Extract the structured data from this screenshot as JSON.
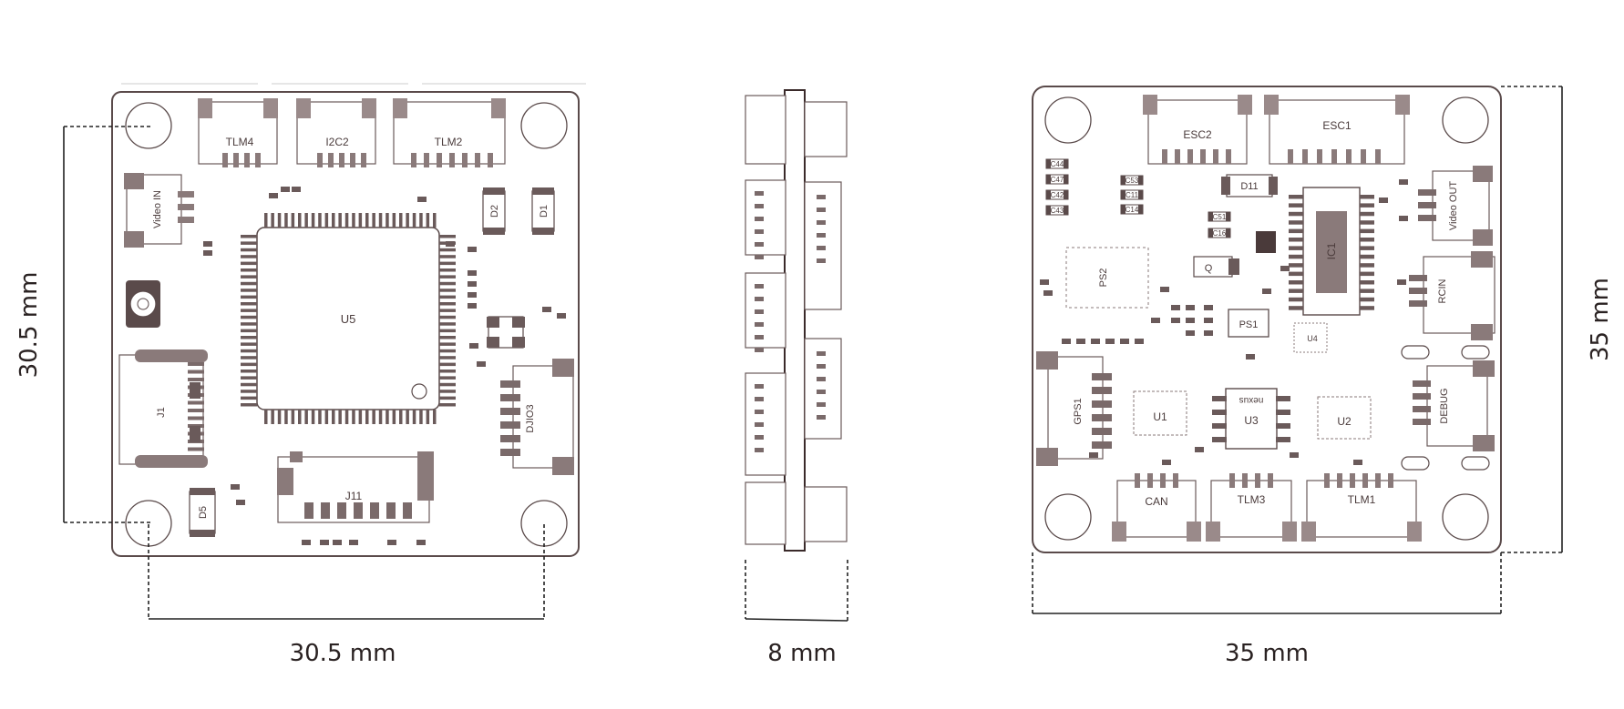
{
  "colors": {
    "ink": "#5a4a4a",
    "pad": "#8a7a7a",
    "line": "#222222"
  },
  "dimensions": {
    "top_left_mount": "30.5 mm",
    "side_left_mount": "30.5 mm",
    "thickness": "8 mm",
    "top_right_board": "35 mm",
    "side_right_board": "35 mm"
  },
  "front_board": {
    "connectors": {
      "tlm4": "TLM4",
      "i2c2": "I2C2",
      "tlm2": "TLM2",
      "video_in": "Video IN",
      "djio3": "DJIO3",
      "j1": "J1",
      "j11": "J11"
    },
    "components": {
      "u5": "U5",
      "d2": "D2",
      "d1": "D1",
      "d5": "D5"
    }
  },
  "back_board": {
    "connectors": {
      "esc2": "ESC2",
      "esc1": "ESC1",
      "video_out": "Video OUT",
      "rcin": "RCIN",
      "gps1": "GPS1",
      "debug": "DEBUG",
      "can": "CAN",
      "tlm3": "TLM3",
      "tlm1": "TLM1"
    },
    "components": {
      "d11": "D11",
      "ic1": "IC1",
      "ps2": "PS2",
      "ps1": "PS1",
      "q": "Q",
      "u1": "U1",
      "u2": "U2",
      "u3": "U3",
      "u4": "U4",
      "brand": "nexus",
      "c44": "C44",
      "c47": "C47",
      "c42": "C42",
      "c43": "C43",
      "c53": "C53",
      "c11": "C11",
      "c14": "C14",
      "c51": "C51",
      "c16": "C16"
    }
  }
}
